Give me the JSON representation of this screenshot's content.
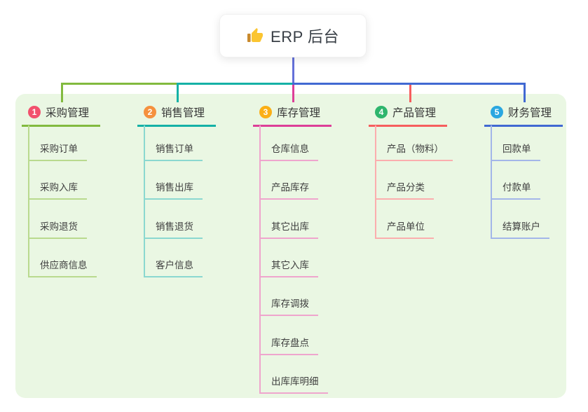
{
  "root": {
    "title": "ERP 后台",
    "icon": "thumbs-up-icon"
  },
  "colors": {
    "root_line": "#6571d9",
    "panel_bg": "#eaf7e3",
    "text": "#3a3a3a"
  },
  "branches": [
    {
      "num": "1",
      "label": "采购管理",
      "badge": "#f2516d",
      "main": "#82ba3f",
      "light": "#b9da8e",
      "children": [
        "采购订单",
        "采购入库",
        "采购退货",
        "供应商信息"
      ]
    },
    {
      "num": "2",
      "label": "销售管理",
      "badge": "#f5913e",
      "main": "#15b1a6",
      "light": "#8bd8d0",
      "children": [
        "销售订单",
        "销售出库",
        "销售退货",
        "客户信息"
      ]
    },
    {
      "num": "3",
      "label": "库存管理",
      "badge": "#fbaf16",
      "main": "#dd3f98",
      "light": "#efa5cd",
      "children": [
        "仓库信息",
        "产品库存",
        "其它出库",
        "其它入库",
        "库存调拨",
        "库存盘点",
        "出库库明细"
      ]
    },
    {
      "num": "4",
      "label": "产品管理",
      "badge": "#2eb56d",
      "main": "#f65e5e",
      "light": "#fbaeae",
      "children": [
        "产品（物料）",
        "产品分类",
        "产品单位"
      ]
    },
    {
      "num": "5",
      "label": "财务管理",
      "badge": "#2aa7e0",
      "main": "#4169d2",
      "light": "#a3b6e9",
      "children": [
        "回款单",
        "付款单",
        "结算账户"
      ]
    }
  ]
}
